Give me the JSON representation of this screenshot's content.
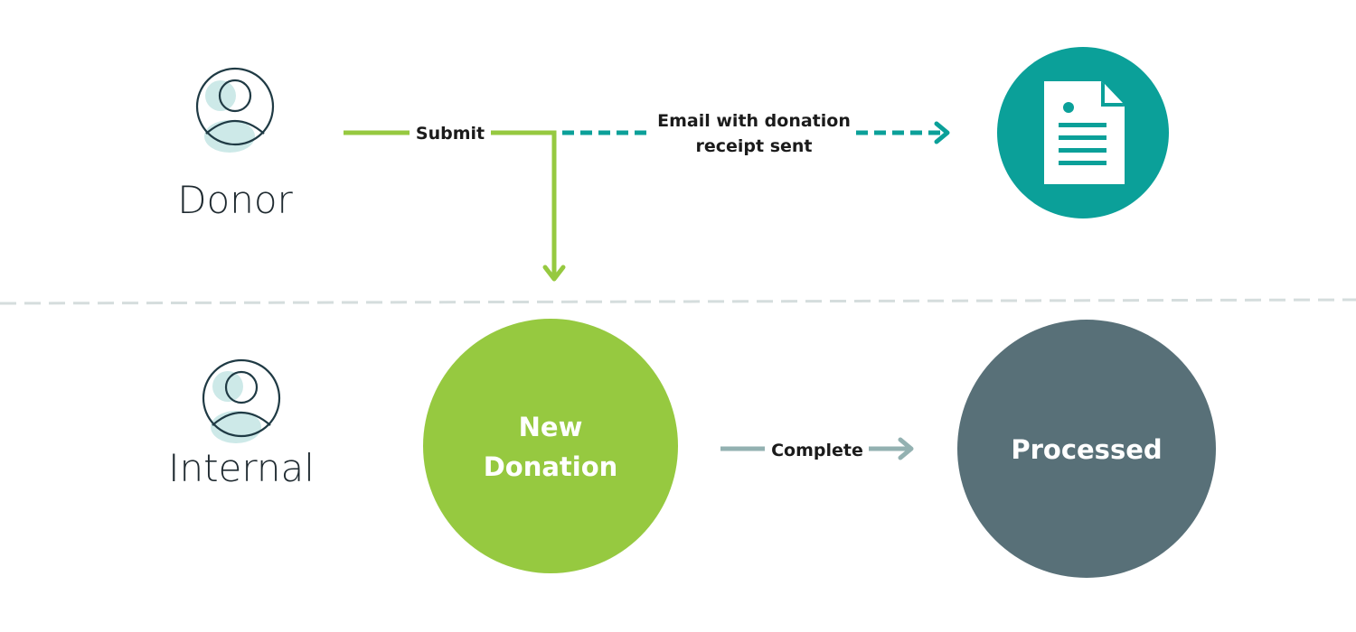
{
  "lanes": {
    "donor": {
      "label": "Donor",
      "icon": "user-icon"
    },
    "internal": {
      "label": "Internal",
      "icon": "user-icon"
    }
  },
  "flows": {
    "submit": {
      "label": "Submit"
    },
    "email": {
      "label_line1": "Email with donation",
      "label_line2": "receipt sent"
    },
    "complete": {
      "label": "Complete"
    }
  },
  "nodes": {
    "receipt": {
      "icon": "document-icon"
    },
    "new_donation": {
      "label_line1": "New",
      "label_line2": "Donation"
    },
    "processed": {
      "label": "Processed"
    }
  },
  "colors": {
    "green": "#96c940",
    "teal": "#0ba099",
    "slate": "#587078",
    "gray_arrow": "#93b1b1",
    "icon_stroke": "#1f3a44",
    "icon_fill": "#cde9e8",
    "divider": "#d5dddd"
  }
}
